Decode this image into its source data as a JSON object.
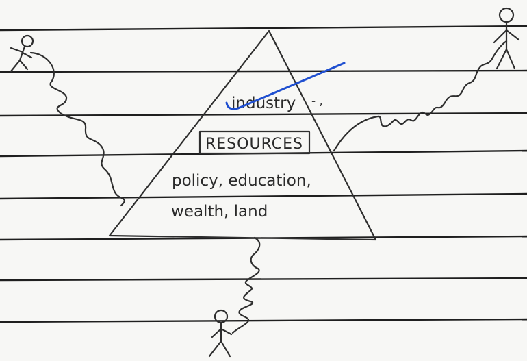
{
  "diagram": {
    "pyramid": {
      "top_word": "industry",
      "top_word_trailing": "- ,",
      "boxed_label": "RESOURCES",
      "line_three": "policy, education,",
      "line_four": "wealth, land"
    },
    "colors": {
      "ink": "#2e2e2e",
      "paper": "#f7f7f5",
      "ruled_lines": "#1f1f1f",
      "strike_through": "#1f4fd0"
    },
    "figures": [
      "left stick figure climbing a coiled rope",
      "right stick figure standing at top of coiled rope",
      "bottom stick figure at foot of coiled rope"
    ]
  }
}
